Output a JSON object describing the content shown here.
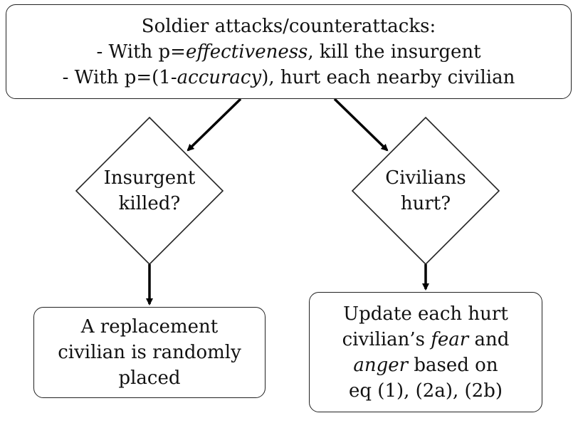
{
  "top_box": {
    "line1": "Soldier attacks/counterattacks:",
    "line2_pre": "- With p=",
    "line2_em": "effectiveness",
    "line2_post": ", kill the insurgent",
    "line3_pre": "- With p=(1-",
    "line3_em": "accuracy",
    "line3_post": "), hurt each nearby civilian"
  },
  "decision_left": {
    "line1": "Insurgent",
    "line2": "killed?"
  },
  "decision_right": {
    "line1": "Civilians",
    "line2": "hurt?"
  },
  "result_left": {
    "line1": "A replacement",
    "line2": "civilian is randomly",
    "line3": "placed"
  },
  "result_right": {
    "line1": "Update each hurt",
    "line2_pre": "civilian’s ",
    "line2_em": "fear",
    "line2_post": " and",
    "line3_em": "anger",
    "line3_post": " based on",
    "line4": "eq (1), (2a), (2b)"
  }
}
